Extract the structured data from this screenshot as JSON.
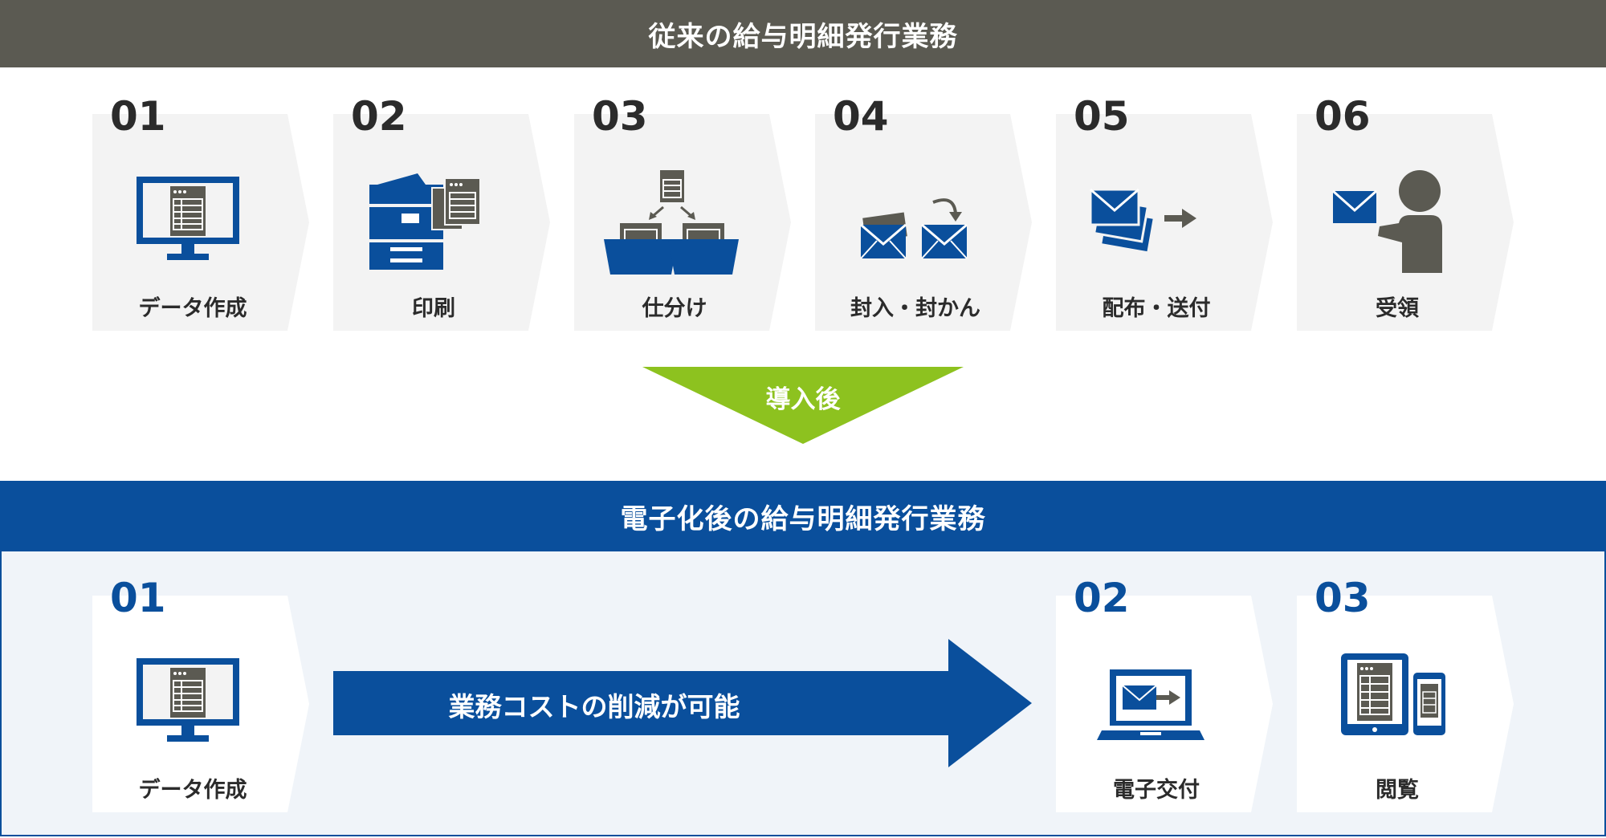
{
  "top_banner": {
    "title": "従来の給与明細発行業務"
  },
  "upper_steps": [
    {
      "num": "01",
      "label": "データ作成",
      "icon": "monitor-document-icon"
    },
    {
      "num": "02",
      "label": "印刷",
      "icon": "printer-icon"
    },
    {
      "num": "03",
      "label": "仕分け",
      "icon": "sort-documents-icon"
    },
    {
      "num": "04",
      "label": "封入・封かん",
      "icon": "envelope-icon"
    },
    {
      "num": "05",
      "label": "配布・送付",
      "icon": "send-envelopes-icon"
    },
    {
      "num": "06",
      "label": "受領",
      "icon": "person-receive-icon"
    }
  ],
  "transition": {
    "label": "導入後"
  },
  "bottom_banner": {
    "title": "電子化後の給与明細発行業務"
  },
  "lower_steps": [
    {
      "num": "01",
      "label": "データ作成",
      "icon": "monitor-document-icon"
    },
    {
      "num": "02",
      "label": "電子交付",
      "icon": "laptop-envelope-icon"
    },
    {
      "num": "03",
      "label": "閲覧",
      "icon": "tablet-phone-icon"
    }
  ],
  "reduction_arrow": {
    "label": "業務コストの削減が可能"
  },
  "colors": {
    "gray_dark": "#5b5a52",
    "blue": "#0a4f9c",
    "green": "#8dc21f",
    "card_gray": "#f3f3f3",
    "panel": "#f0f4f9"
  }
}
